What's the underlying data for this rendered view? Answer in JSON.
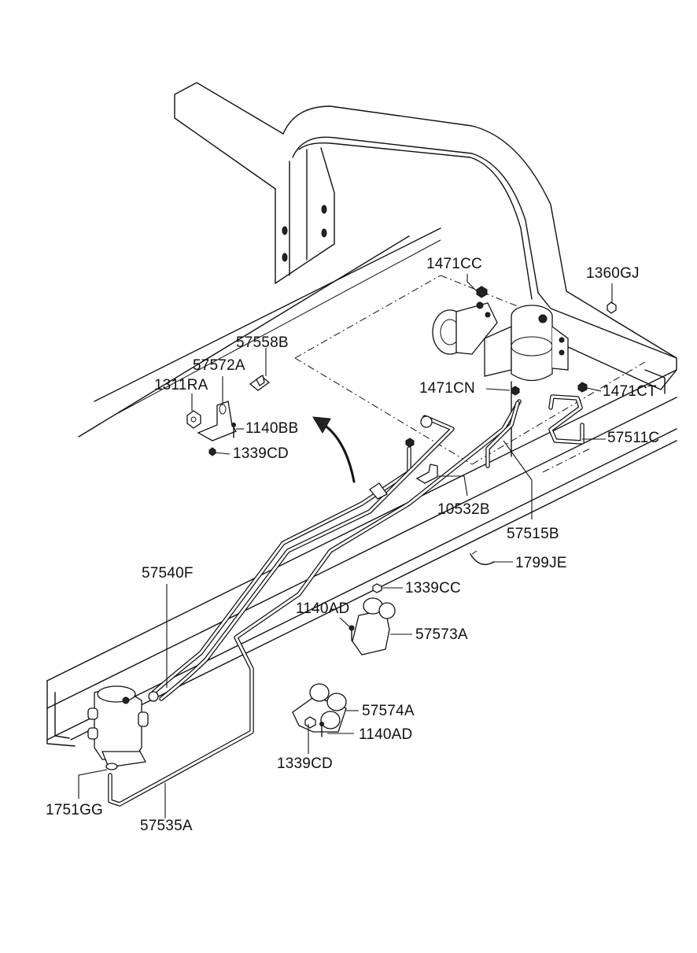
{
  "labels": {
    "p1471CC": "1471CC",
    "p1360GJ": "1360GJ",
    "p57558B": "57558B",
    "p57572A": "57572A",
    "p1311RA": "1311RA",
    "p1471CN": "1471CN",
    "p1471CT": "1471CT",
    "p1140BB": "1140BB",
    "p57511C": "57511C",
    "p1339CD_top": "1339CD",
    "p10532B": "10532B",
    "p57515B": "57515B",
    "p57540F": "57540F",
    "p1799JE": "1799JE",
    "p1339CC": "1339CC",
    "p1140AD_top": "1140AD",
    "p57573A": "57573A",
    "p57574A": "57574A",
    "p1140AD_bot": "1140AD",
    "p1339CD_bot": "1339CD",
    "p1751GG": "1751GG",
    "p57535A": "57535A"
  }
}
